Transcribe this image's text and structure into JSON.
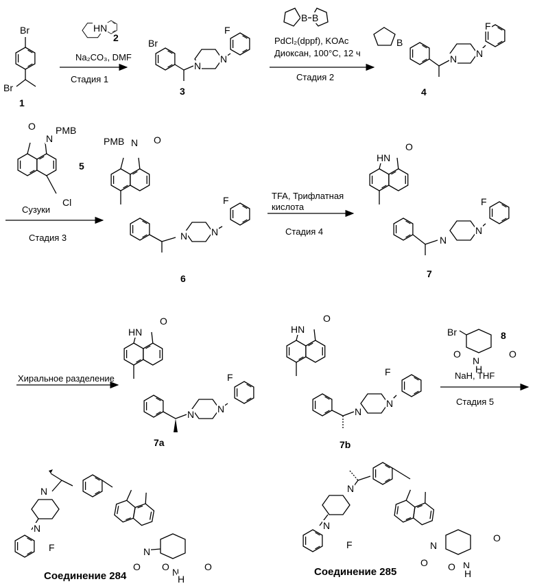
{
  "compounds": {
    "c1": "1",
    "c2": "2",
    "c3": "3",
    "c4": "4",
    "c5": "5",
    "c6": "6",
    "c7": "7",
    "c7a": "7a",
    "c7b": "7b",
    "c8": "8"
  },
  "atoms": {
    "br": "Br",
    "f": "F",
    "n": "N",
    "hn": "HN",
    "o": "O",
    "b": "B",
    "pmb": "PMB",
    "cl": "Cl",
    "h": "H"
  },
  "steps": {
    "step1": {
      "reagent": "Na₂CO₃, DMF",
      "stage": "Стадия 1"
    },
    "step2": {
      "reagent1": "PdCl₂(dppf),  KOAc",
      "reagent2": "Диоксан, 100°C, 12 ч",
      "stage": "Стадия 2"
    },
    "step3": {
      "reagent": "Сузуки",
      "stage": "Стадия 3"
    },
    "step4": {
      "reagent1": "TFA, Трифлатная",
      "reagent2": "кислота",
      "stage": "Стадия 4"
    },
    "resolution": {
      "label": "Хиральное разделение"
    },
    "step5": {
      "reagent": "NaH, THF",
      "stage": "Стадия  5"
    }
  },
  "products": {
    "p284": "Соединение 284",
    "p285": "Соединение 285"
  }
}
